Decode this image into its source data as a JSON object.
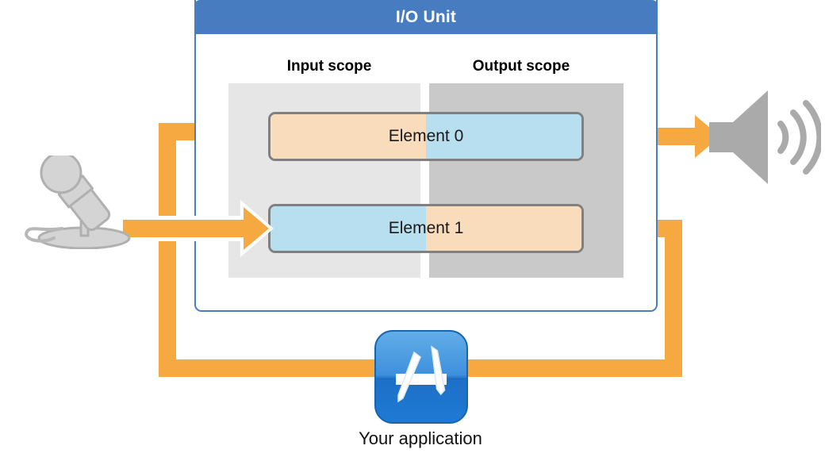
{
  "diagram": {
    "title": "Audio Unit I/O Unit signal flow",
    "io_unit": {
      "header_title": "I/O Unit",
      "header_color": "#477cc0",
      "border_color": "#4a7ec0",
      "scopes": [
        {
          "name": "input-scope",
          "label": "Input scope",
          "panel_color": "#e6e6e6"
        },
        {
          "name": "output-scope",
          "label": "Output scope",
          "panel_color": "#c9c9c9"
        }
      ],
      "elements": [
        {
          "label": "Element 0",
          "input_half_color": "#f8dcbb",
          "output_half_color": "#b8dfef",
          "border_color": "#808080"
        },
        {
          "label": "Element 1",
          "input_half_color": "#b8dfef",
          "output_half_color": "#f8dcbb",
          "border_color": "#808080"
        }
      ]
    },
    "app": {
      "caption": "Your application",
      "icon_name": "app-store-icon",
      "icon_color": "#2079d0"
    },
    "devices": [
      {
        "name": "microphone-icon",
        "color": "#b3b3b3"
      },
      {
        "name": "speaker-icon",
        "color": "#aaaaaa"
      }
    ],
    "signal_flow": {
      "arrow_color": "#f7a941",
      "paths": [
        "microphone -> Element 1 input scope",
        "Element 1 output scope -> your application",
        "your application -> Element 0 input scope",
        "Element 0 output scope -> speaker"
      ]
    }
  }
}
